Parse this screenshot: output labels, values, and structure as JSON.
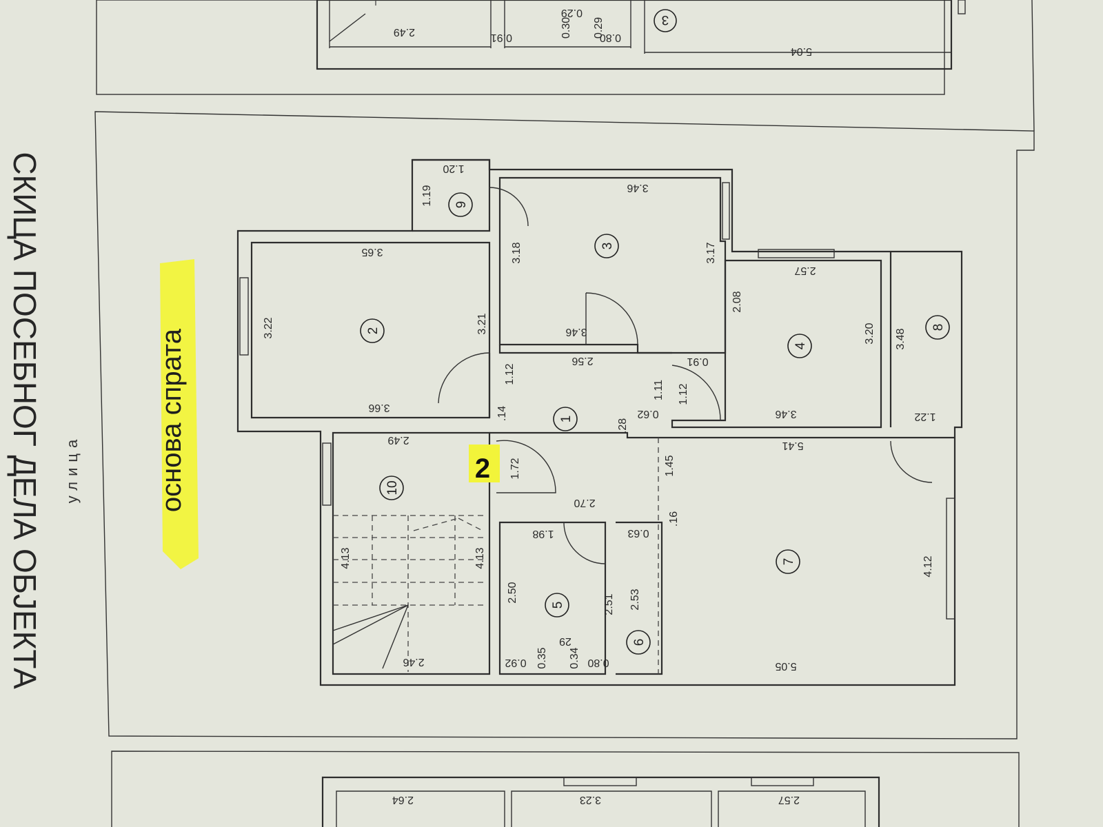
{
  "sheet_title": "СКИЦА ПОСЕБНОГ ДЕЛА ОБЈЕКТА",
  "plan_label": "основа спрата",
  "street_label": "улица",
  "unit_marker": "2",
  "rooms": [
    {
      "n": "1"
    },
    {
      "n": "2"
    },
    {
      "n": "3"
    },
    {
      "n": "4"
    },
    {
      "n": "5"
    },
    {
      "n": "6"
    },
    {
      "n": "7"
    },
    {
      "n": "8"
    },
    {
      "n": "9"
    },
    {
      "n": "10"
    }
  ],
  "dimensions": [
    "1.20",
    "1.19",
    "3.46",
    "3.18",
    "3.17",
    "3.65",
    "3.22",
    "3.21",
    "3.46",
    "2.56",
    "2.57",
    "2.08",
    "3.20",
    "3.48",
    "1.12",
    "1.11",
    "1.12",
    "0.91",
    "3.66",
    ".14",
    "0.62",
    "3.46",
    ".28",
    "1.22",
    "2.49",
    "1.72",
    "2.70",
    "1.45",
    "5.41",
    ".16",
    "1.98",
    "0.63",
    "4.13",
    "4.13",
    "2.50",
    "2.51",
    "2.53",
    "4.12",
    "2.46",
    "0.92",
    "0.35",
    "29",
    "0.34",
    "0.80",
    "5.05"
  ],
  "top_plan": {
    "dims": [
      "2.49",
      "0.91",
      "0.30",
      "0.29",
      "0.29",
      "0.80",
      "5.04"
    ],
    "room": "3"
  },
  "bottom_plan": {
    "dims": [
      "2.64",
      "3.23",
      "2.57"
    ]
  },
  "colors": {
    "paper": "#e4e6dc",
    "ink": "#2d2d2d",
    "highlight": "#f2f43a"
  }
}
